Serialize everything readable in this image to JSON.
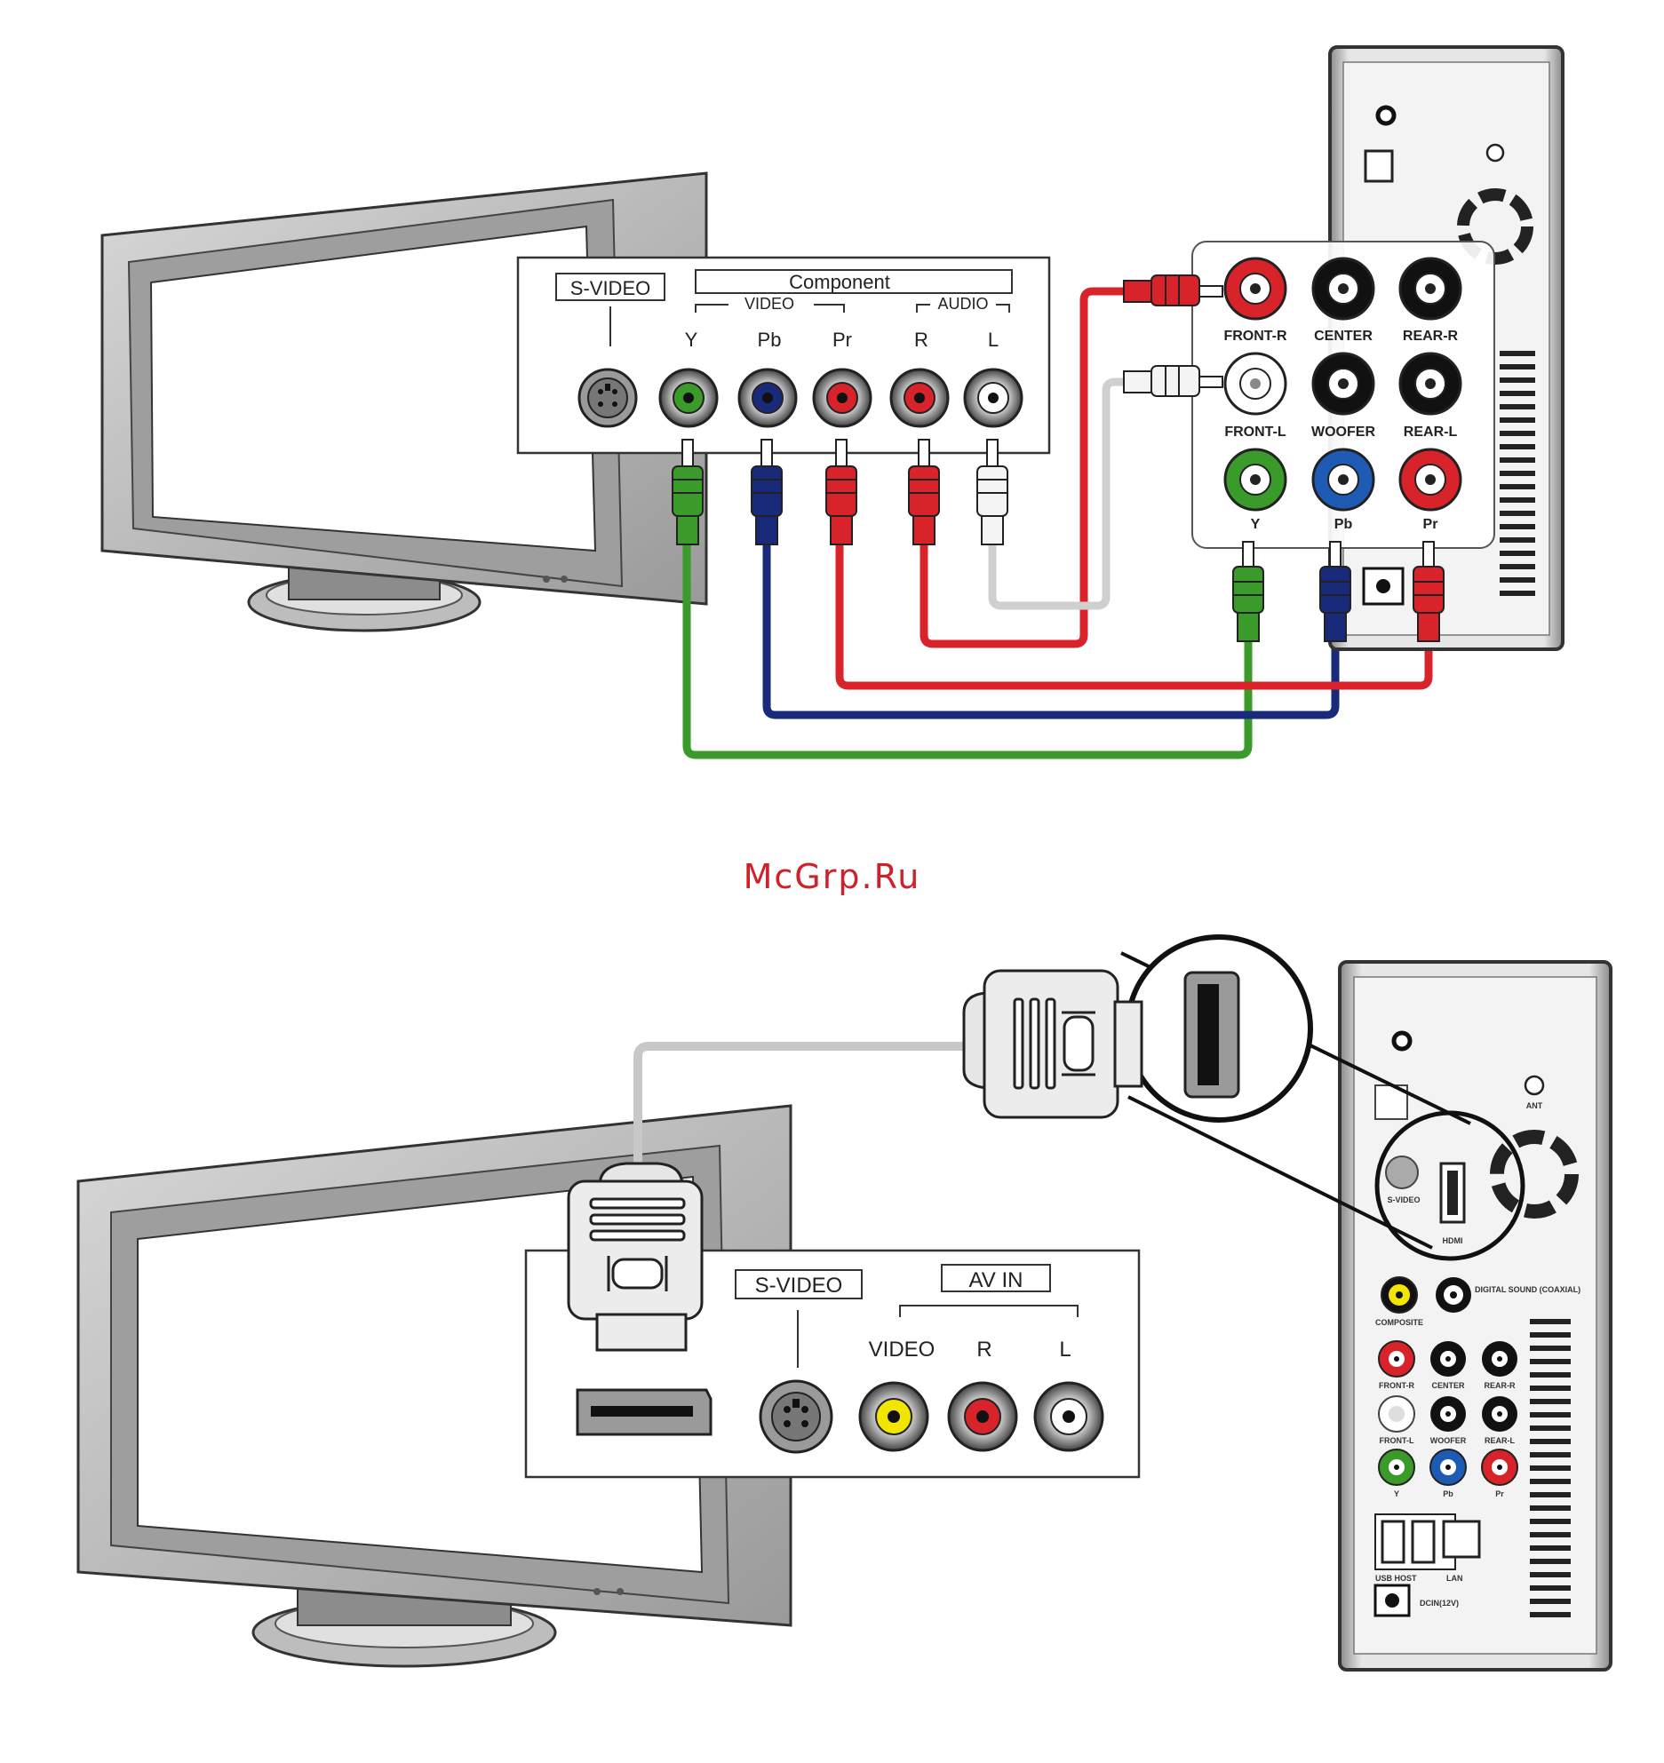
{
  "watermark": {
    "text": "McGrp.Ru",
    "color": "#d0202a"
  },
  "diagram_top": {
    "tv_panel": {
      "svideo_label": "S-VIDEO",
      "component_label": "Component",
      "video_label": "VIDEO",
      "audio_label": "AUDIO",
      "jacks": [
        "Y",
        "Pb",
        "Pr",
        "R",
        "L"
      ]
    },
    "player_panel": {
      "row1": [
        "FRONT-R",
        "CENTER",
        "REAR-R"
      ],
      "row2": [
        "FRONT-L",
        "WOOFER",
        "REAR-L"
      ],
      "row3": [
        "Y",
        "Pb",
        "Pr"
      ]
    }
  },
  "diagram_bottom": {
    "tv_panel": {
      "svideo_label": "S-VIDEO",
      "avin_label": "AV IN",
      "jacks": [
        "VIDEO",
        "R",
        "L"
      ]
    },
    "player_labels": {
      "svideo": "S-VIDEO",
      "hdmi": "HDMI",
      "composite": "COMPOSITE",
      "coaxial": "DIGITAL SOUND (COAXIAL)",
      "row1": [
        "FRONT-R",
        "CENTER",
        "REAR-R"
      ],
      "row2": [
        "FRONT-L",
        "WOOFER",
        "REAR-L"
      ],
      "row3": [
        "Y",
        "Pb",
        "Pr"
      ],
      "usb": "USB HOST",
      "lan": "LAN",
      "dcin": "DCIN(12V)",
      "ant": "ANT"
    }
  },
  "colors": {
    "green": "#3a9a2a",
    "blue": "#1a2a7a",
    "red": "#d8232a",
    "white_cable": "#c8c8c8",
    "yellow": "#f2e600",
    "panel_border": "#333333"
  }
}
